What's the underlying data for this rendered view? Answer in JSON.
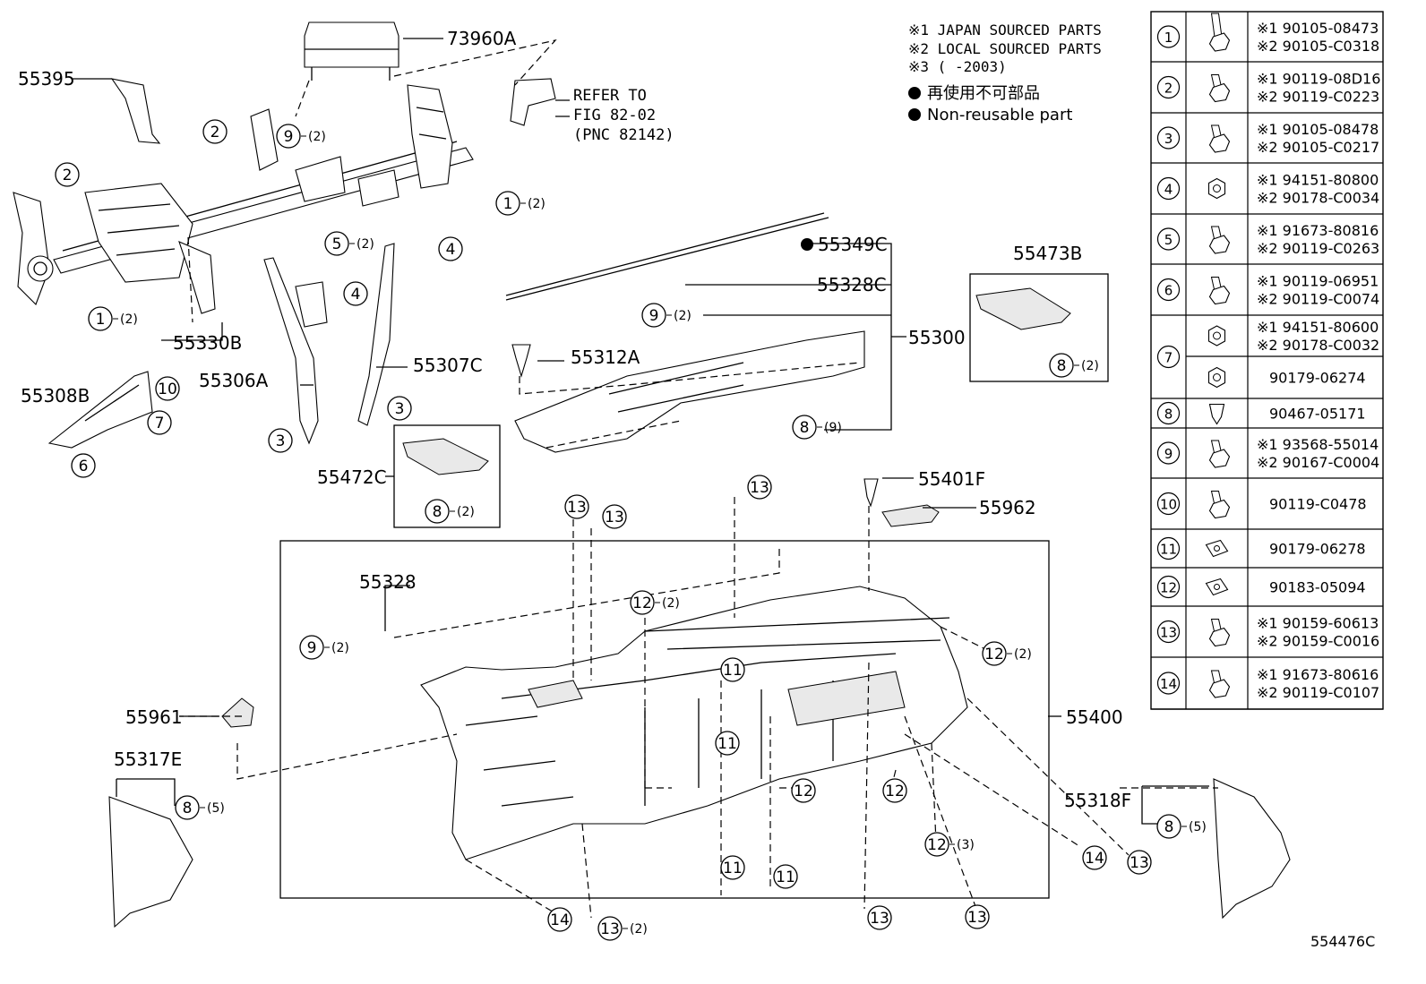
{
  "notes": {
    "n1": "※1 JAPAN SOURCED PARTS",
    "n2": "※2 LOCAL SOURCED PARTS",
    "n3": "※3 (      -2003)",
    "legend_jp": "再使用不可部品",
    "legend_en": "Non-reusable part"
  },
  "refer": {
    "line1": "REFER TO",
    "line2": "FIG 82-02",
    "line3": "(PNC 82142)"
  },
  "figure_id": "554476C",
  "part_labels": {
    "p73960A": "73960A",
    "p55395": "55395",
    "p55330B": "55330B",
    "p55306A": "55306A",
    "p55307C": "55307C",
    "p55308B": "55308B",
    "p55349C": "55349C",
    "p55328C": "55328C",
    "p55300": "55300",
    "p55312A": "55312A",
    "p55473B": "55473B",
    "p55472C": "55472C",
    "p55401F": "55401F",
    "p55962": "55962",
    "p55328": "55328",
    "p55961": "55961",
    "p55317E": "55317E",
    "p55400": "55400",
    "p55318F": "55318F"
  },
  "qty": {
    "q2": "(2)",
    "q3": "(3)",
    "q5": "(5)",
    "q9": "(9)"
  },
  "callouts": [
    "1",
    "2",
    "3",
    "4",
    "5",
    "6",
    "7",
    "8",
    "9",
    "10",
    "11",
    "12",
    "13",
    "14"
  ],
  "fasteners": [
    {
      "idx": "1",
      "part1": "※1 90105-08473",
      "part2": "※2 90105-C0318",
      "icon": "long-bolt-icon"
    },
    {
      "idx": "2",
      "part1": "※1 90119-08D16",
      "part2": "※2 90119-C0223",
      "icon": "flange-bolt-icon"
    },
    {
      "idx": "3",
      "part1": "※1 90105-08478",
      "part2": "※2 90105-C0217",
      "icon": "short-bolt-icon"
    },
    {
      "idx": "4",
      "part1": "※1 94151-80800",
      "part2": "※2 90178-C0034",
      "icon": "nut-icon"
    },
    {
      "idx": "5",
      "part1": "※1 91673-80816",
      "part2": "※2 90119-C0263",
      "icon": "bolt-icon"
    },
    {
      "idx": "6",
      "part1": "※1 90119-06951",
      "part2": "※2 90119-C0074",
      "icon": "bolt-icon"
    },
    {
      "idx": "7",
      "part1": "※1 94151-80600",
      "part2": "※2 90178-C0032",
      "part3": "90179-06274",
      "icon": "nut-icon"
    },
    {
      "idx": "8",
      "part1": "90467-05171",
      "icon": "clip-icon"
    },
    {
      "idx": "9",
      "part1": "※1 93568-55014",
      "part2": "※2 90167-C0004",
      "icon": "screw-icon"
    },
    {
      "idx": "10",
      "part1": "90119-C0478",
      "icon": "bolt-icon"
    },
    {
      "idx": "11",
      "part1": "90179-06278",
      "icon": "square-nut-icon"
    },
    {
      "idx": "12",
      "part1": "90183-05094",
      "icon": "u-nut-icon"
    },
    {
      "idx": "13",
      "part1": "※1 90159-60613",
      "part2": "※2 90159-C0016",
      "icon": "screw-icon"
    },
    {
      "idx": "14",
      "part1": "※1 91673-80616",
      "part2": "※2 90119-C0107",
      "icon": "screw-icon"
    }
  ]
}
